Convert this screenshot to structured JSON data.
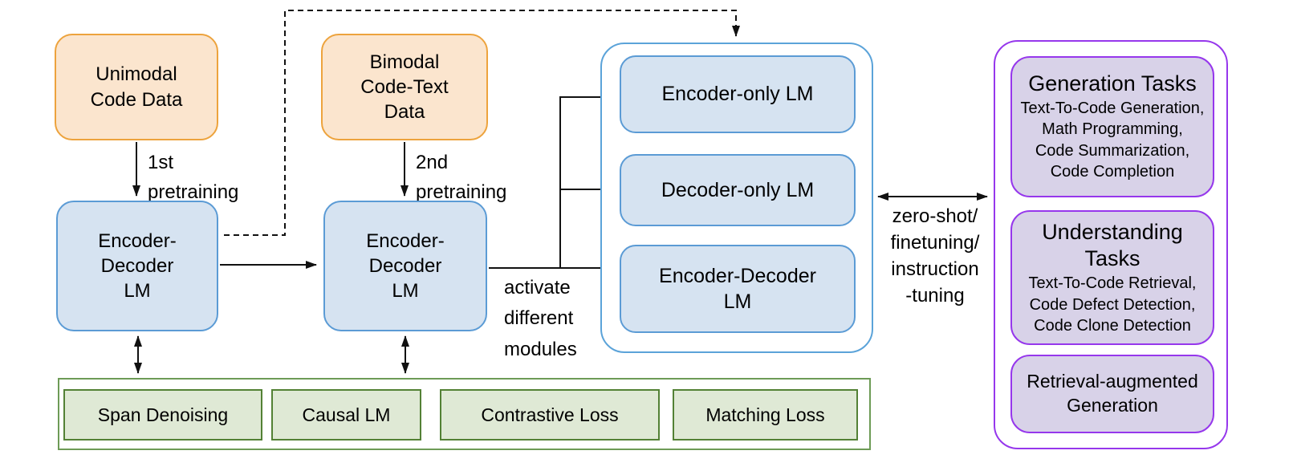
{
  "diagram_title": "",
  "colors": {
    "orange_fill": "#fbe5ce",
    "orange_border": "#eda33d",
    "blue_fill": "#d6e3f1",
    "blue_border": "#5b9bd5",
    "blue_container_border": "#5ba3d9",
    "green_fill": "#dfe9d5",
    "green_inner_border": "#538135",
    "green_outer_border": "#6d9b56",
    "purple_fill": "#d8d2e8",
    "purple_border": "#9637ec",
    "line": "#111111"
  },
  "nodes": {
    "unimodal": {
      "label": "Unimodal\nCode Data"
    },
    "bimodal": {
      "label": "Bimodal\nCode-Text\nData"
    },
    "encdec1": {
      "label": "Encoder-\nDecoder\nLM"
    },
    "encdec2": {
      "label": "Encoder-\nDecoder\nLM"
    },
    "encoder_only": {
      "label": "Encoder-only LM"
    },
    "decoder_only": {
      "label": "Decoder-only LM"
    },
    "encdec3": {
      "label": "Encoder-Decoder\nLM"
    }
  },
  "edge_labels": {
    "first_pretraining": "1st\npretraining",
    "second_pretraining": "2nd\npretraining",
    "activate_modules": "activate\ndifferent\nmodules",
    "tuning": "zero-shot/\nfinetuning/\ninstruction\n-tuning"
  },
  "objectives": {
    "items": [
      "Span Denoising",
      "Causal LM",
      "Contrastive Loss",
      "Matching Loss"
    ]
  },
  "tasks": [
    {
      "title": "Generation Tasks",
      "body": "Text-To-Code Generation,\nMath Programming,\nCode Summarization,\nCode Completion"
    },
    {
      "title": "Understanding\nTasks",
      "body": "Text-To-Code Retrieval,\nCode Defect Detection,\nCode Clone Detection"
    },
    {
      "title": "Retrieval-augmented\nGeneration",
      "body": ""
    }
  ]
}
